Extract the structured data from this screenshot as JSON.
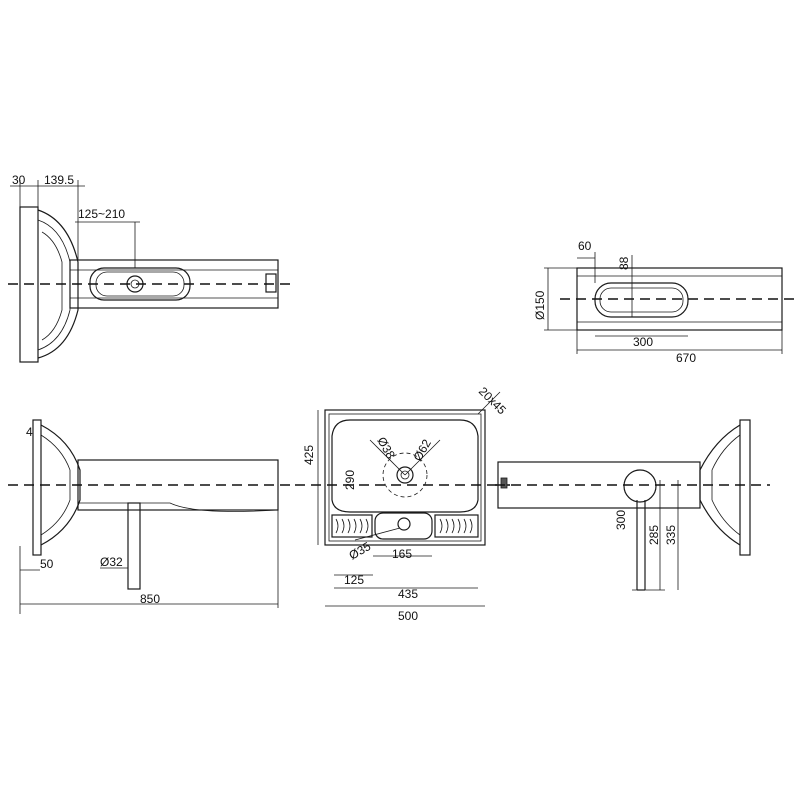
{
  "dimensions": {
    "top_view": {
      "wall_thickness": "30",
      "offset": "139.5",
      "adjust_range": "125~210"
    },
    "tube_view": {
      "slot_width": "60",
      "slot_height": "88",
      "diameter": "Ø150",
      "slot_length": "300",
      "total_length": "670"
    },
    "side_view": {
      "top_small": "4",
      "bottom_offset": "50",
      "pipe_diameter": "Ø32",
      "total_length": "850"
    },
    "basin_view": {
      "corner": "20x45",
      "height": "425",
      "inner_depth": "290",
      "tap_hole_1": "Ø38",
      "tap_hole_2": "Ø62",
      "drain": "Ø35",
      "drain_offset": "165",
      "drain_distance": "125",
      "inner_width": "435",
      "outer_width": "500"
    },
    "right_view": {
      "h1": "300",
      "h2": "285",
      "h3": "335"
    }
  }
}
